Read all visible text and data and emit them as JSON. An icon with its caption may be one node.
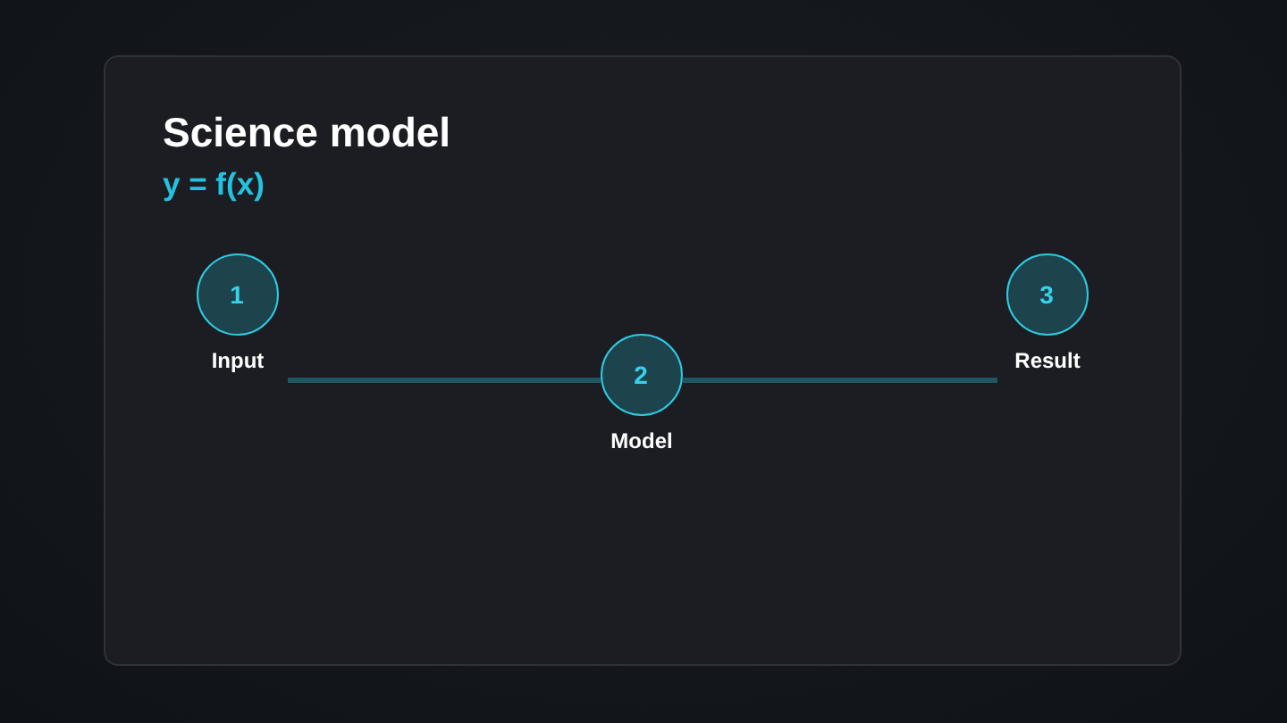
{
  "diagram": {
    "title": "Science model",
    "nodes": [
      {
        "text": [
          "1"
        ],
        "beside": [
          "Input"
        ]
      },
      {
        "text": [
          "2"
        ],
        "beside": [
          "Model"
        ]
      },
      {
        "text": [
          "3"
        ],
        "beside": [
          "Result"
        ]
      }
    ],
    "edges": [
      {
        "from": 0,
        "to": 1,
        "arrow": "none"
      },
      {
        "from": 1,
        "to": 2,
        "arrow": "none"
      }
    ],
    "labels": [
      "y = f(x)"
    ]
  }
}
